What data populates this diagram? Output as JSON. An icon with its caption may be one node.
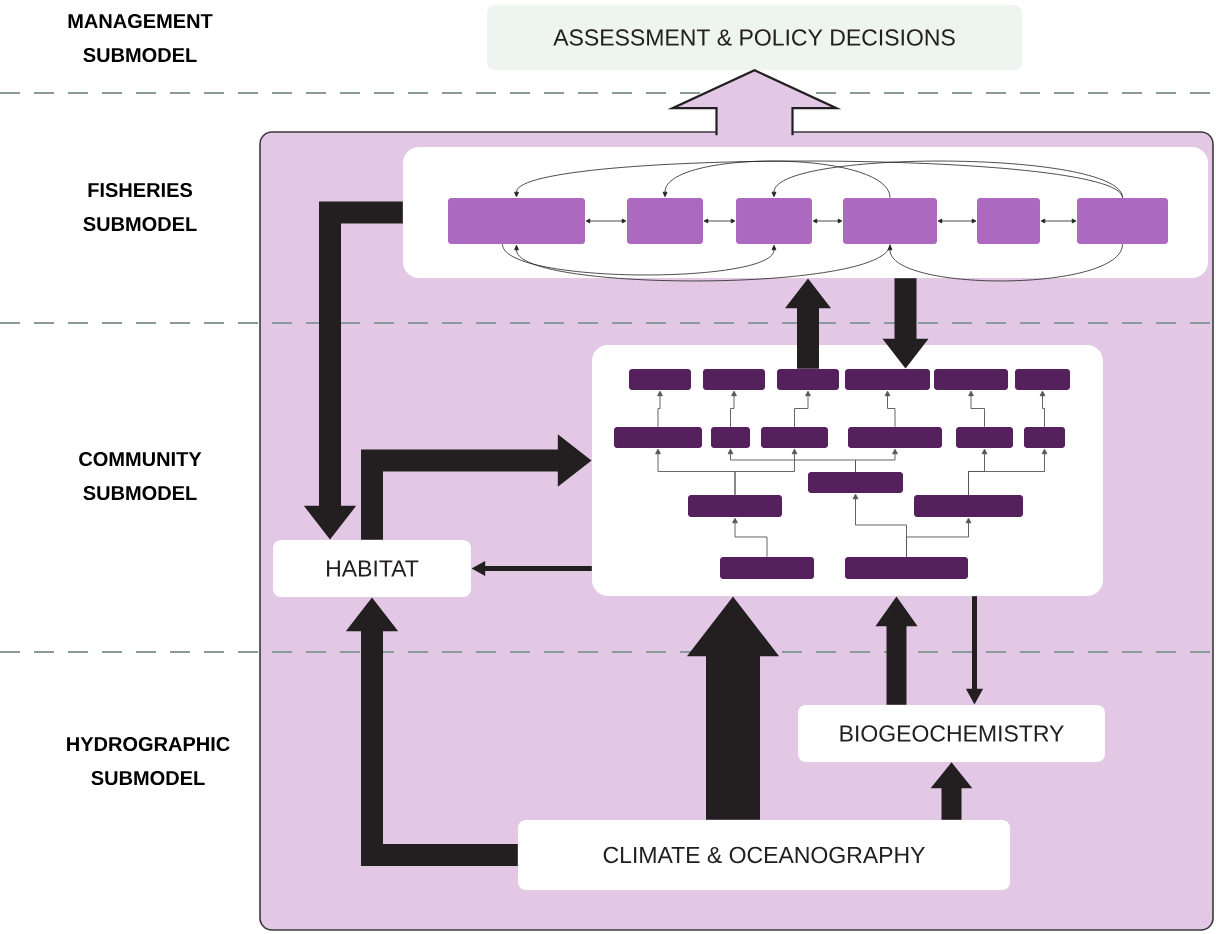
{
  "diagram": {
    "nodes": [
      {
        "text": [
          "ASSESSMENT & POLICY DECISIONS"
        ]
      },
      {
        "text": [],
        "shape": "box"
      },
      {
        "text": [],
        "shape": "box",
        "in": 1
      },
      {
        "text": [],
        "shape": "box",
        "in": 2
      },
      {
        "text": [],
        "shape": "box",
        "in": 2
      },
      {
        "text": [],
        "shape": "box",
        "in": 2
      },
      {
        "text": [],
        "shape": "box",
        "in": 2
      },
      {
        "text": [],
        "shape": "box",
        "in": 2
      },
      {
        "text": [],
        "shape": "box",
        "in": 2
      },
      {
        "text": [],
        "shape": "box",
        "in": 1
      },
      {
        "text": [],
        "shape": "box",
        "in": 9
      },
      {
        "text": [],
        "shape": "box",
        "in": 9
      },
      {
        "text": [],
        "shape": "box",
        "in": 9
      },
      {
        "text": [],
        "shape": "box",
        "in": 9
      },
      {
        "text": [],
        "shape": "box",
        "in": 9
      },
      {
        "text": [],
        "shape": "box",
        "in": 9
      },
      {
        "text": [],
        "shape": "box",
        "in": 9
      },
      {
        "text": [],
        "shape": "box",
        "in": 9
      },
      {
        "text": [],
        "shape": "box",
        "in": 9
      },
      {
        "text": [],
        "shape": "box",
        "in": 9
      },
      {
        "text": [],
        "shape": "box",
        "in": 9
      },
      {
        "text": [],
        "shape": "box",
        "in": 9
      },
      {
        "text": [],
        "shape": "box",
        "in": 9
      },
      {
        "text": [],
        "shape": "box",
        "in": 9
      },
      {
        "text": [],
        "shape": "box",
        "in": 9
      },
      {
        "text": [],
        "shape": "box",
        "in": 9
      },
      {
        "text": [],
        "shape": "box",
        "in": 9
      },
      {
        "text": [
          "HABITAT"
        ],
        "in": 1
      },
      {
        "text": [
          "BIOGEOCHEMISTRY"
        ],
        "in": 1
      },
      {
        "text": [
          "CLIMATE & OCEANOGRAPHY"
        ],
        "in": 1
      }
    ],
    "edges": [
      {
        "from": 1,
        "to": 0,
        "arrow": "to",
        "style": "thick",
        "color": "#e3c8e6"
      },
      {
        "from": 3,
        "to": 4,
        "arrow": "both"
      },
      {
        "from": 4,
        "to": 5,
        "arrow": "both"
      },
      {
        "from": 5,
        "to": 6,
        "arrow": "both"
      },
      {
        "from": 6,
        "to": 7,
        "arrow": "both"
      },
      {
        "from": 7,
        "to": 8,
        "arrow": "both"
      },
      {
        "from": 8,
        "to": 3,
        "arrow": "to"
      },
      {
        "from": 6,
        "to": 4,
        "arrow": "to"
      },
      {
        "from": 8,
        "to": 5,
        "arrow": "to"
      },
      {
        "from": 3,
        "to": 5,
        "arrow": "to"
      },
      {
        "from": 6,
        "to": 3,
        "arrow": "to"
      },
      {
        "from": 8,
        "to": 6,
        "arrow": "to"
      },
      {
        "from": 2,
        "to": 27,
        "arrow": "to",
        "style": "thick"
      },
      {
        "from": 27,
        "to": 9,
        "arrow": "to",
        "style": "thick"
      },
      {
        "from": 9,
        "to": 27,
        "arrow": "to",
        "style": "thick"
      },
      {
        "from": 29,
        "to": 27,
        "arrow": "to",
        "style": "thick"
      },
      {
        "from": 29,
        "to": 9,
        "arrow": "to",
        "style": "thick"
      },
      {
        "from": 12,
        "to": 2,
        "arrow": "to",
        "style": "thick"
      },
      {
        "from": 2,
        "to": 13,
        "arrow": "to",
        "style": "thick"
      },
      {
        "from": 28,
        "to": 9,
        "arrow": "to",
        "style": "thick"
      },
      {
        "from": 9,
        "to": 28,
        "arrow": "to",
        "style": "thick"
      },
      {
        "from": 29,
        "to": 28,
        "arrow": "to",
        "style": "thick"
      },
      {
        "from": 25,
        "to": 23,
        "arrow": "to",
        "color": "#555555"
      },
      {
        "from": 26,
        "to": 24,
        "arrow": "to",
        "color": "#555555"
      },
      {
        "from": 26,
        "to": 22,
        "arrow": "to",
        "color": "#555555"
      },
      {
        "from": 23,
        "to": 16,
        "arrow": "to",
        "color": "#555555"
      },
      {
        "from": 22,
        "to": 17,
        "arrow": "to",
        "color": "#555555"
      },
      {
        "from": 23,
        "to": 18,
        "arrow": "to",
        "color": "#555555"
      },
      {
        "from": 22,
        "to": 19,
        "arrow": "to",
        "color": "#555555"
      },
      {
        "from": 24,
        "to": 20,
        "arrow": "to",
        "color": "#555555"
      },
      {
        "from": 24,
        "to": 21,
        "arrow": "to",
        "color": "#555555"
      },
      {
        "from": 16,
        "to": 10,
        "arrow": "to",
        "color": "#555555"
      },
      {
        "from": 17,
        "to": 11,
        "arrow": "to",
        "color": "#555555"
      },
      {
        "from": 18,
        "to": 12,
        "arrow": "to",
        "color": "#555555"
      },
      {
        "from": 19,
        "to": 13,
        "arrow": "to",
        "color": "#555555"
      },
      {
        "from": 20,
        "to": 14,
        "arrow": "to",
        "color": "#555555"
      },
      {
        "from": 21,
        "to": 15,
        "arrow": "to",
        "color": "#555555"
      }
    ],
    "labels": [
      "MANAGEMENT SUBMODEL",
      "FISHERIES SUBMODEL",
      "COMMUNITY SUBMODEL",
      "HYDROGRAPHIC SUBMODEL"
    ]
  }
}
